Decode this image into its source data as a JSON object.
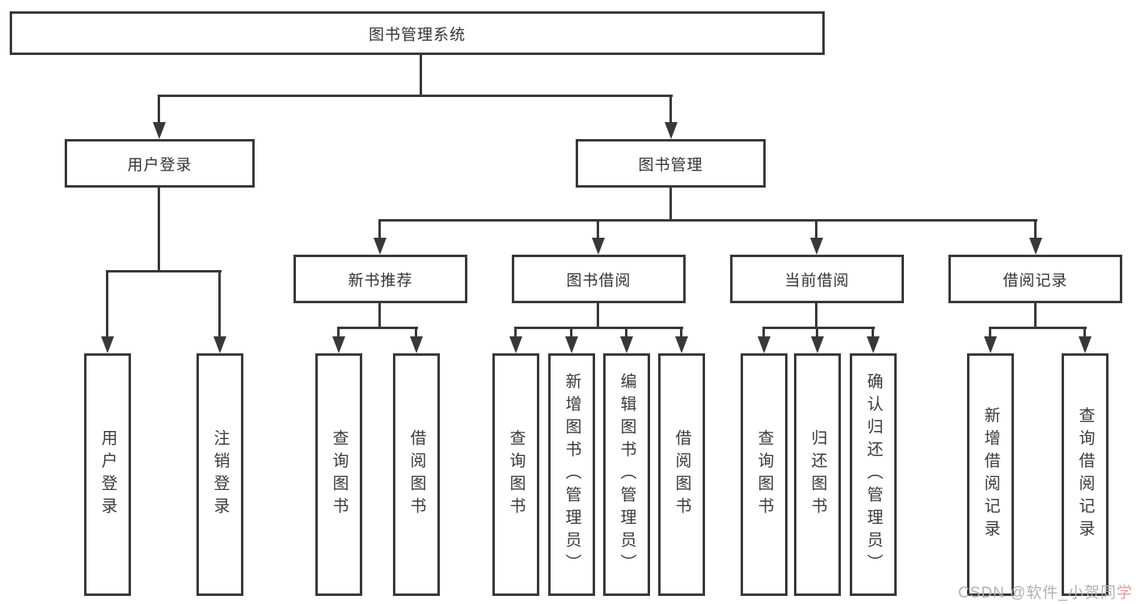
{
  "diagram": {
    "root": {
      "label": "图书管理系统"
    },
    "branches": [
      {
        "label": "用户登录",
        "children": [
          {
            "label": "用户登录"
          },
          {
            "label": "注销登录"
          }
        ]
      },
      {
        "label": "图书管理",
        "children": [
          {
            "label": "新书推荐",
            "children": [
              {
                "label": "查询图书"
              },
              {
                "label": "借阅图书"
              }
            ]
          },
          {
            "label": "图书借阅",
            "children": [
              {
                "label": "查询图书"
              },
              {
                "label": "新增图书（管理员）"
              },
              {
                "label": "编辑图书（管理员）"
              },
              {
                "label": "借阅图书"
              }
            ]
          },
          {
            "label": "当前借阅",
            "children": [
              {
                "label": "查询图书"
              },
              {
                "label": "归还图书"
              },
              {
                "label": "确认归还（管理员）"
              }
            ]
          },
          {
            "label": "借阅记录",
            "children": [
              {
                "label": "新增借阅记录"
              },
              {
                "label": "查询借阅记录"
              }
            ]
          }
        ]
      }
    ]
  },
  "watermark": {
    "main": "CSDN @软件_小贺同",
    "accent": "学"
  },
  "colors": {
    "line": "#383838",
    "text": "#333333",
    "watermark": "#b1b1b1",
    "watermark_accent": "#e59b9b",
    "background": "#ffffff"
  }
}
